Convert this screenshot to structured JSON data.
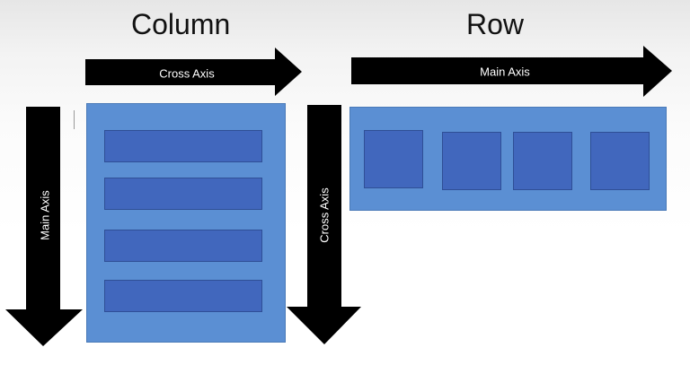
{
  "column_diagram": {
    "title": "Column",
    "main_axis_label": "Main Axis",
    "cross_axis_label": "Cross Axis",
    "item_count": 4
  },
  "row_diagram": {
    "title": "Row",
    "main_axis_label": "Main Axis",
    "cross_axis_label": "Cross Axis",
    "item_count": 4
  },
  "colors": {
    "container_fill": "#5b8fd3",
    "item_fill": "#4167bd",
    "arrow_fill": "#000000",
    "label_text": "#ffffff"
  }
}
